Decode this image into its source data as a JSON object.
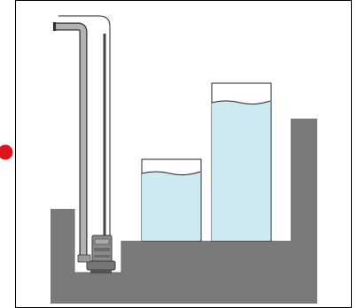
{
  "diagram": {
    "elements": [
      "diagram-frame",
      "ground",
      "sump-pit",
      "submersible-pump",
      "discharge-pipe",
      "power-cable",
      "tank-short",
      "tank-tall",
      "water-level-indicator"
    ],
    "colors": {
      "background": "#ffffff",
      "frame": "#000000",
      "ground": "#7a7a7a",
      "pipe_fill": "#b3b3b3",
      "pipe_stroke": "#2f2f2f",
      "water": "#cdeaf2",
      "tank_stroke": "#222222",
      "pump_body": "#8a8a8a",
      "pump_dark": "#555555",
      "indicator": "#e0141e"
    }
  }
}
